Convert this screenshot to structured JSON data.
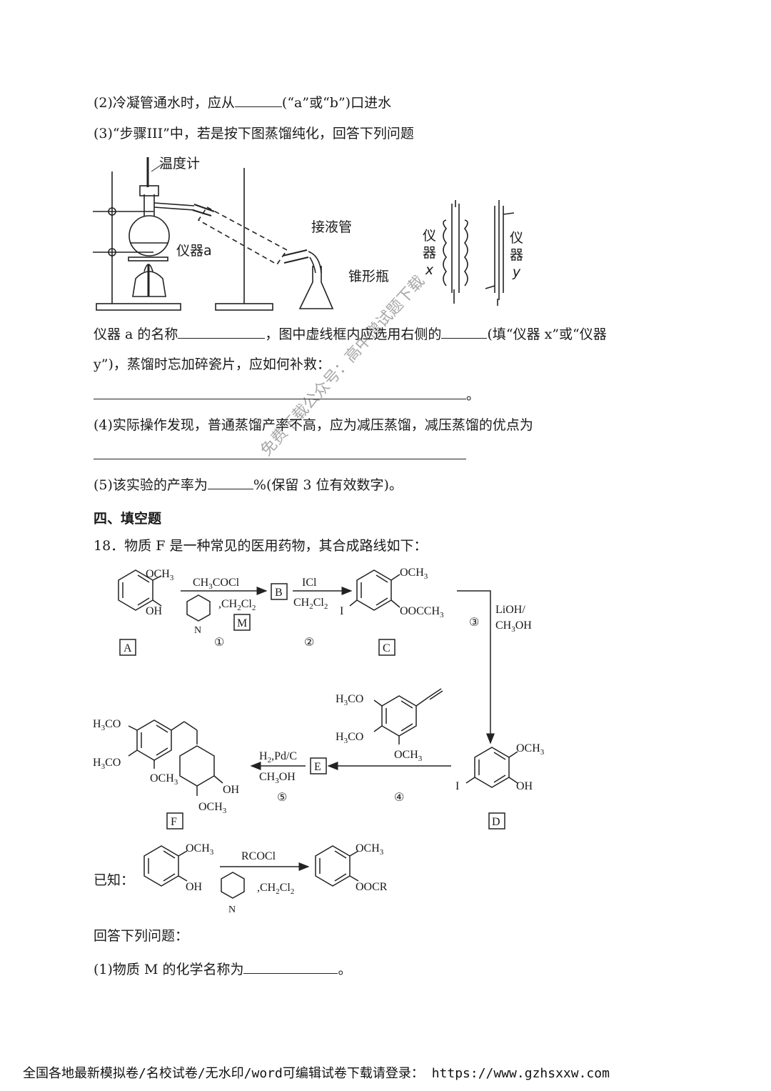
{
  "q2": {
    "pre": "(2)冷凝管通水时，应从",
    "post": "(“a”或“b”)口进水"
  },
  "q3": {
    "text": "(3)“步骤III”中，若是按下图蒸馏纯化，回答下列问题"
  },
  "apparatus": {
    "thermometer": "温度计",
    "flask": "仪器a",
    "adapter": "接液管",
    "conical": "锥形瓶",
    "inst_x_1": "仪",
    "inst_x_2": "器",
    "inst_x_3": "x",
    "inst_y_1": "仪",
    "inst_y_2": "器",
    "inst_y_3": "y"
  },
  "q3a": {
    "pre": "仪器 a 的名称",
    "mid": "，图中虚线框内应选用右侧的",
    "post": "(填“仪器 x”或“仪器"
  },
  "q3b": {
    "text": "y”)，蒸馏时忘加碎瓷片，应如何补救："
  },
  "q3c": {
    "end": "。"
  },
  "q4": {
    "text": "(4)实际操作发现，普通蒸馏产率不高，应为减压蒸馏，减压蒸馏的优点为"
  },
  "q5": {
    "pre": "(5)该实验的产率为",
    "post": "%(保留 3 位有效数字)。"
  },
  "section": {
    "title": "四、填空题"
  },
  "q18": {
    "text": "18．物质 F 是一种常见的医用药物，其合成路线如下："
  },
  "scheme": {
    "A_och3": "OCH",
    "A_oh": "OH",
    "A_label": "A",
    "r1_top": "CH",
    "r1_top2": "COCl",
    "r1_bot": ",CH",
    "r1_bot2": "Cl",
    "M_label": "M",
    "N": "N",
    "step1": "①",
    "B_label": "B",
    "r2_top": "ICl",
    "r2_bot": "CH",
    "r2_bot2": "Cl",
    "step2": "②",
    "C_och3": "OCH",
    "C_ester": "OOCCH",
    "C_I": "I",
    "C_label": "C",
    "r3_1": "LiOH/",
    "r3_2": "CH",
    "r3_3": "OH",
    "step3": "③",
    "D_och3": "OCH",
    "D_oh": "OH",
    "D_I": "I",
    "D_label": "D",
    "alk_1": "H",
    "alk_1b": "CO",
    "alk_2": "H",
    "alk_2b": "CO",
    "alk_3": "OCH",
    "step4": "④",
    "E_label": "E",
    "r5_top": "H",
    "r5_top2": ",Pd/C",
    "r5_bot": "CH",
    "r5_bot2": "OH",
    "step5": "⑤",
    "F_1": "H",
    "F_1b": "CO",
    "F_2": "H",
    "F_2b": "CO",
    "F_3": "OCH",
    "F_oh": "OH",
    "F_4": "OCH",
    "F_label": "F",
    "sub2": "2",
    "sub3": "3"
  },
  "known": {
    "label": "已知：",
    "reagent": "RCOCl",
    "solvent": ",CH",
    "solvent2": "Cl",
    "N": "N",
    "sm_och3": "OCH",
    "sm_oh": "OH",
    "pr_och3": "OCH",
    "pr_oocr": "OOCR",
    "sub2": "2",
    "sub3": "3"
  },
  "answer": {
    "text": "回答下列问题："
  },
  "q18_1": {
    "pre": "(1)物质 M 的化学名称为",
    "post": "。"
  },
  "watermark": "免费下载公众号：高中僧试题下载",
  "footer": "全国各地最新模拟卷/名校试卷/无水印/word可编辑试卷下载请登录： https://www.gzhsxxw.com"
}
